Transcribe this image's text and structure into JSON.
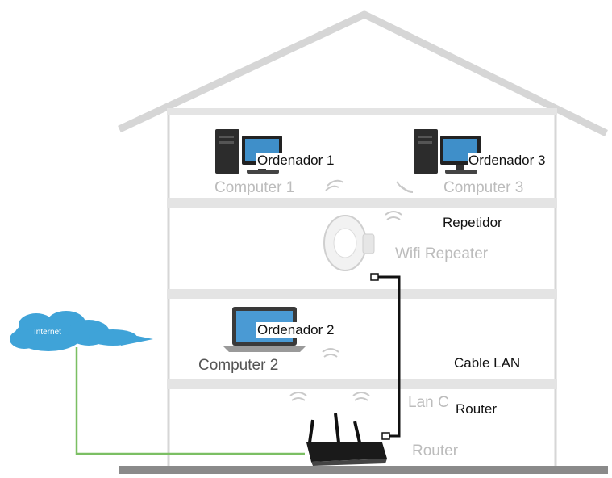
{
  "labels_es": {
    "computer1": "Ordenador 1",
    "computer3": "Ordenador 3",
    "repeater": "Repetidor",
    "computer2": "Ordenador 2",
    "lan_cable": "Cable LAN",
    "router": "Router"
  },
  "labels_en": {
    "computer1": "Computer 1",
    "computer3": "Computer 3",
    "repeater": "Wifi Repeater",
    "computer2": "Computer 2",
    "lan": "Lan C",
    "router": "Router"
  },
  "cloud_label": "Internet",
  "colors": {
    "house_line": "#d6d6d6",
    "ground": "#8a8a8a",
    "cloud": "#3fa3d8",
    "internet_cable": "#7bbf63",
    "lan_cable": "#111111"
  }
}
